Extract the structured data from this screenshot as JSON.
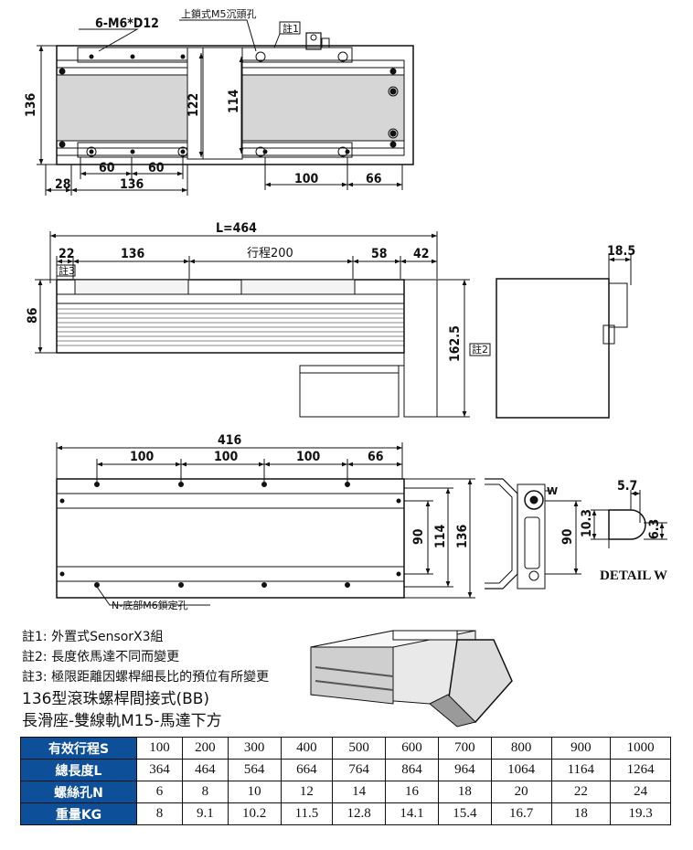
{
  "top_view": {
    "callout_holes": "6-M6*D12",
    "callout_lock": "上鎖式M5沉頭孔",
    "note_tag": "註1",
    "dims": {
      "height": "136",
      "width_inner": "122",
      "width_rail": "114",
      "pitch1": "60",
      "pitch2": "60",
      "offset": "28",
      "slider": "136",
      "pitch_base": "100",
      "end": "66"
    }
  },
  "side_view": {
    "total_length": "L=464",
    "dims": {
      "left": "22",
      "slider": "136",
      "stroke": "行程200",
      "gap": "58",
      "motor_gap": "42",
      "height": "86",
      "motor_height": "162.5",
      "right_width": "18.5"
    },
    "note_tag_left": "註3",
    "note_tag_right": "註2"
  },
  "bottom_view": {
    "total": "416",
    "pitches": [
      "100",
      "100",
      "100",
      "66"
    ],
    "heights": [
      "90",
      "114",
      "136"
    ],
    "callout": "N-底部M6鎖定孔"
  },
  "profile_view": {
    "dim": "90",
    "w_label": "W"
  },
  "detail_view": {
    "title": "DETAIL W",
    "dims": {
      "top": "5.7",
      "left": "10.3",
      "right": "6.3"
    }
  },
  "notes": [
    "註1: 外置式SensorX3組",
    "註2: 長度依馬達不同而變更",
    "註3: 極限距離因螺桿細長比的預位有所變更"
  ],
  "product_line1": "136型滾珠螺桿間接式(BB)",
  "product_line2": "長滑座-雙線軌M15-馬達下方",
  "spec_table": {
    "rows": [
      {
        "label": "有效行程S",
        "values": [
          "100",
          "200",
          "300",
          "400",
          "500",
          "600",
          "700",
          "800",
          "900",
          "1000"
        ]
      },
      {
        "label": "總長度L",
        "values": [
          "364",
          "464",
          "564",
          "664",
          "764",
          "864",
          "964",
          "1064",
          "1164",
          "1264"
        ]
      },
      {
        "label": "螺絲孔N",
        "values": [
          "6",
          "8",
          "10",
          "12",
          "14",
          "16",
          "18",
          "20",
          "22",
          "24"
        ]
      },
      {
        "label": "重量KG",
        "values": [
          "8",
          "9.1",
          "10.2",
          "11.5",
          "12.8",
          "14.1",
          "15.4",
          "16.7",
          "18",
          "19.3"
        ]
      }
    ]
  }
}
